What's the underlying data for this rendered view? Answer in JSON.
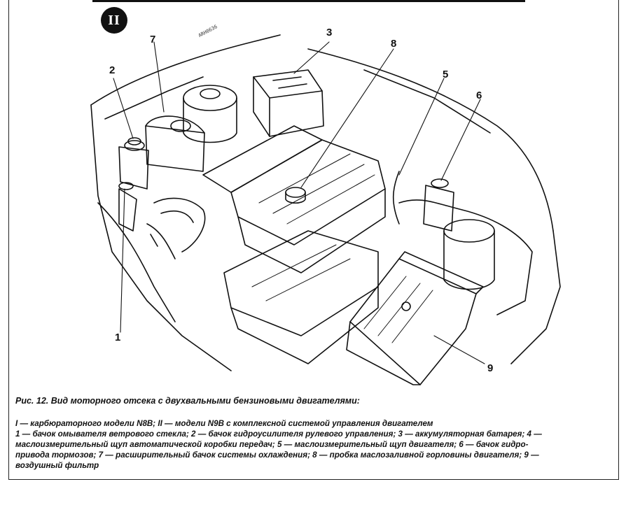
{
  "badge": {
    "text": "II"
  },
  "stamp": {
    "text": "ARH0636"
  },
  "callouts": [
    {
      "id": "1",
      "text": "1"
    },
    {
      "id": "2",
      "text": "2"
    },
    {
      "id": "3",
      "text": "3"
    },
    {
      "id": "4",
      "text": ""
    },
    {
      "id": "5",
      "text": "5"
    },
    {
      "id": "6",
      "text": "6"
    },
    {
      "id": "7",
      "text": "7"
    },
    {
      "id": "8",
      "text": "8"
    },
    {
      "id": "9",
      "text": "9"
    }
  ],
  "caption": {
    "title": "Рис. 12. Вид моторного отсека с двухвальными бензиновыми двигателями:",
    "lines": [
      "I — карбюраторного модели N8B; II — модели N9B с комплексной системой управления двигателем",
      "1 — бачок омывателя ветрового стекла; 2 — бачок гидроусилителя рулевого управления; 3 — аккумуляторная батарея; 4 —",
      "маслоизмерительный щуп автоматической коробки передач; 5 — маслоизмерительный щуп двигателя; 6 — бачок гидро-",
      "привода тормозов; 7 — расширительный бачок системы охлаждения; 8 — пробка маслозаливной горловины двигателя; 9 —",
      "воздушный фильтр"
    ]
  },
  "colors": {
    "ink": "#111111",
    "paper": "#ffffff"
  }
}
